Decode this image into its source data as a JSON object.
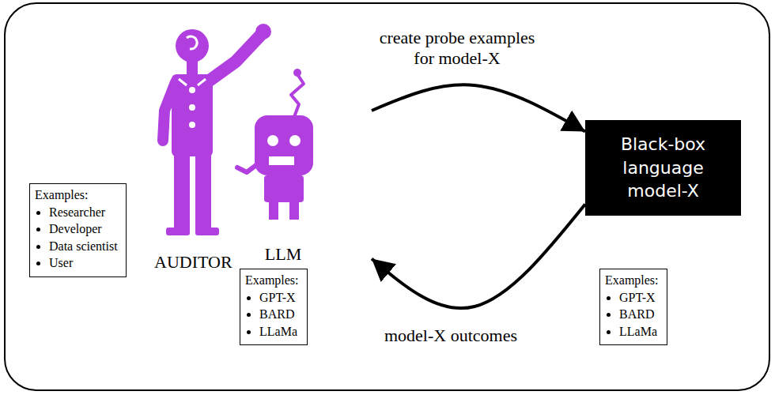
{
  "diagram": {
    "nodes": [
      {
        "text": [
          "AUDITOR"
        ]
      },
      {
        "text": [
          "LLM"
        ]
      },
      {
        "text": [
          "Examples:",
          "Researcher",
          "Developer",
          "Data scientist",
          "User"
        ]
      },
      {
        "text": [
          "Examples:",
          "GPT-X",
          "BARD",
          "LLaMa"
        ]
      },
      {
        "text": [
          "Black-box language model-X"
        ]
      },
      {
        "text": [
          "Examples:",
          "GPT-X",
          "BARD",
          "LLaMa"
        ]
      }
    ],
    "edges": [
      {
        "from": 1,
        "to": 4,
        "arrow": "to",
        "label": "create probe examples for model-X"
      },
      {
        "from": 4,
        "to": 1,
        "arrow": "to",
        "label": "model-X outcomes"
      }
    ]
  }
}
